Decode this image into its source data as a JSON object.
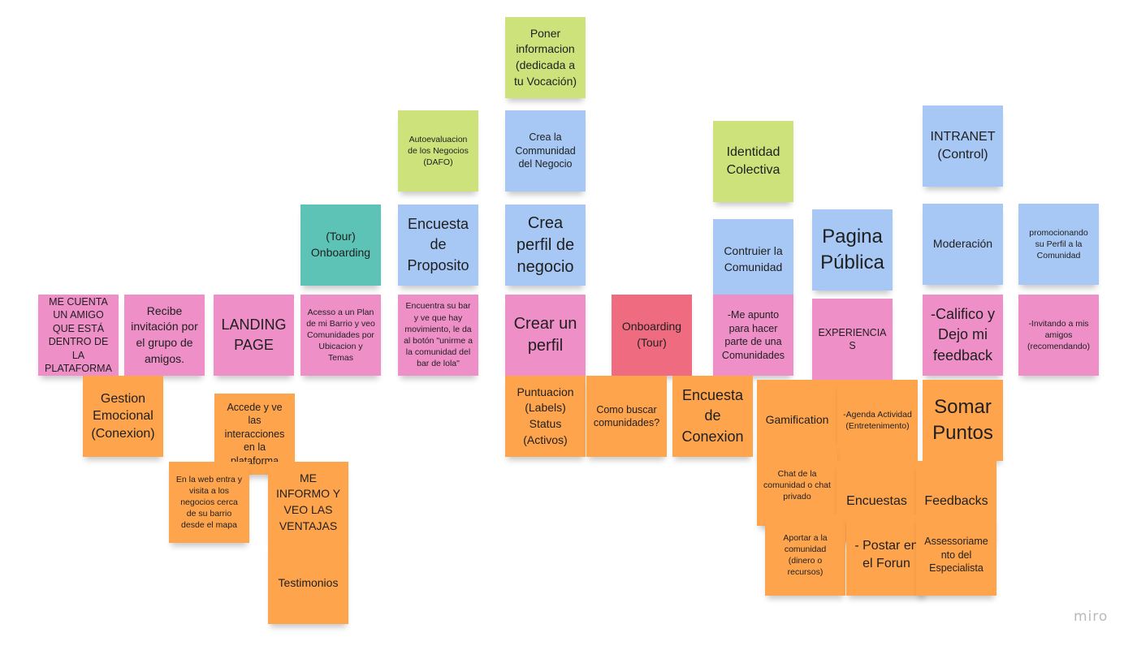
{
  "board": {
    "logo": "miro",
    "colors": {
      "pink": "#ee8fc8",
      "orange": "#fea44d",
      "blue": "#a7c8f4",
      "lime": "#cde27b",
      "teal": "#5cc3b6",
      "red": "#ef6b7f"
    },
    "notes": [
      {
        "id": "me-cuenta-un-amigo",
        "text": "ME CUENTA UN AMIGO QUE ESTÁ DENTRO DE LA PLATAFORMA",
        "color": "pink"
      },
      {
        "id": "recibe-invitacion",
        "text": "Recibe invitación por el grupo de amigos.",
        "color": "pink"
      },
      {
        "id": "landing-page",
        "text": "LANDING PAGE",
        "color": "pink"
      },
      {
        "id": "acesso-plan-barrio",
        "text": "Acesso a un Plan de mi Barrio y veo Comunidades por Ubicacion y Temas",
        "color": "pink"
      },
      {
        "id": "encuentra-su-bar",
        "text": "Encuentra su bar y ve que hay movimiento, le da al botón \"unirme a la comunidad del bar de lola\"",
        "color": "pink"
      },
      {
        "id": "crear-un-perfil",
        "text": "Crear un perfil",
        "color": "pink"
      },
      {
        "id": "onboarding-tour-red",
        "text": "Onboarding (Tour)",
        "color": "red"
      },
      {
        "id": "me-apunto",
        "text": "-Me apunto para hacer parte de una Comunidades",
        "color": "pink"
      },
      {
        "id": "experiencias",
        "text": "EXPERIENCIAS",
        "color": "pink"
      },
      {
        "id": "califico-feedback",
        "text": "-Califico y Dejo mi feedback",
        "color": "pink"
      },
      {
        "id": "invitando-amigos",
        "text": "-Invitando a mis amigos (recomendando)",
        "color": "pink"
      },
      {
        "id": "tour-onboarding-teal",
        "text": "(Tour) Onboarding",
        "color": "teal"
      },
      {
        "id": "encuesta-de-proposito",
        "text": "Encuesta de Proposito",
        "color": "blue"
      },
      {
        "id": "crea-perfil-negocio",
        "text": "Crea perfil de negocio",
        "color": "blue"
      },
      {
        "id": "contruier-comunidad",
        "text": "Contruier la Comunidad",
        "color": "blue"
      },
      {
        "id": "pagina-publica",
        "text": "Pagina Pública",
        "color": "blue"
      },
      {
        "id": "moderacion",
        "text": "Moderación",
        "color": "blue"
      },
      {
        "id": "promocionando-perfil",
        "text": "promocionando su Perfil a la Comunidad",
        "color": "blue"
      },
      {
        "id": "autoevaluacion-dafo",
        "text": "Autoevaluacion de los Negocios (DAFO)",
        "color": "lime"
      },
      {
        "id": "crea-communidad-negocio",
        "text": "Crea la Communidad del Negocio",
        "color": "blue"
      },
      {
        "id": "identidad-colectiva",
        "text": "Identidad Colectiva",
        "color": "lime"
      },
      {
        "id": "intranet-control",
        "text": "INTRANET (Control)",
        "color": "blue"
      },
      {
        "id": "poner-informacion",
        "text": "Poner informacion (dedicada a tu Vocación)",
        "color": "lime"
      },
      {
        "id": "gestion-emocional",
        "text": "Gestion Emocional (Conexion)",
        "color": "orange"
      },
      {
        "id": "accede-interacciones",
        "text": "Accede y ve las interacciones en la plataforma",
        "color": "orange"
      },
      {
        "id": "en-la-web-entra",
        "text": "En la web entra y visita a los negocios cerca de su barrio desde el mapa",
        "color": "orange"
      },
      {
        "id": "me-informo-ventajas",
        "text": "ME INFORMO Y VEO LAS VENTAJAS",
        "color": "orange"
      },
      {
        "id": "testimonios",
        "text": "Testimonios",
        "color": "orange"
      },
      {
        "id": "puntuacion-labels",
        "text": "Puntuacion (Labels) Status (Activos)",
        "color": "orange"
      },
      {
        "id": "como-buscar-comunidades",
        "text": "Como buscar comunidades?",
        "color": "orange"
      },
      {
        "id": "encuesta-de-conexion",
        "text": "Encuesta de Conexion",
        "color": "orange"
      },
      {
        "id": "gamification",
        "text": "Gamification",
        "color": "orange"
      },
      {
        "id": "agenda-actividad",
        "text": "-Agenda Actividad (Entretenimento)",
        "color": "orange"
      },
      {
        "id": "somar-puntos",
        "text": "Somar Puntos",
        "color": "orange"
      },
      {
        "id": "chat-comunidad",
        "text": "Chat de la comunidad o chat privado",
        "color": "orange"
      },
      {
        "id": "encuestas",
        "text": "Encuestas",
        "color": "orange"
      },
      {
        "id": "feedbacks",
        "text": "Feedbacks",
        "color": "orange"
      },
      {
        "id": "aportar-comunidad",
        "text": "Aportar a la comunidad (dinero o recursos)",
        "color": "orange"
      },
      {
        "id": "postar-forun",
        "text": "- Postar en el Forun",
        "color": "orange"
      },
      {
        "id": "assessoriamento",
        "text": "Assessoriame nto del Especialista",
        "color": "orange"
      }
    ]
  }
}
